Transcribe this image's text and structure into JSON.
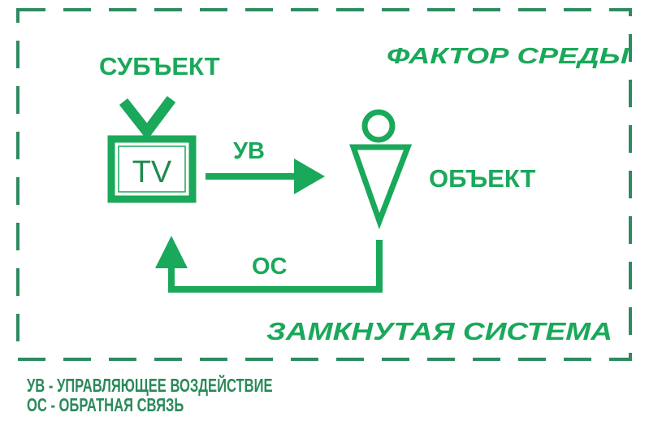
{
  "diagram": {
    "subject_label": "СУБЪЕКТ",
    "environment_label": "ФАКТОР СРЕДЫ",
    "tv_text": "TV",
    "control_arrow_label": "УВ",
    "object_label": "ОБЪЕКТ",
    "feedback_arrow_label": "ОС",
    "system_label": "ЗАМКНУТАЯ СИСТЕМА"
  },
  "legend": [
    "УВ - УПРАВЛЯЮЩЕЕ ВОЗДЕЙСТВИЕ",
    "ОС - ОБРАТНАЯ СВЯЗЬ"
  ],
  "colors": {
    "accent": "#1aa85a",
    "border": "#2e8b60",
    "legend": "#2a8a5a"
  }
}
